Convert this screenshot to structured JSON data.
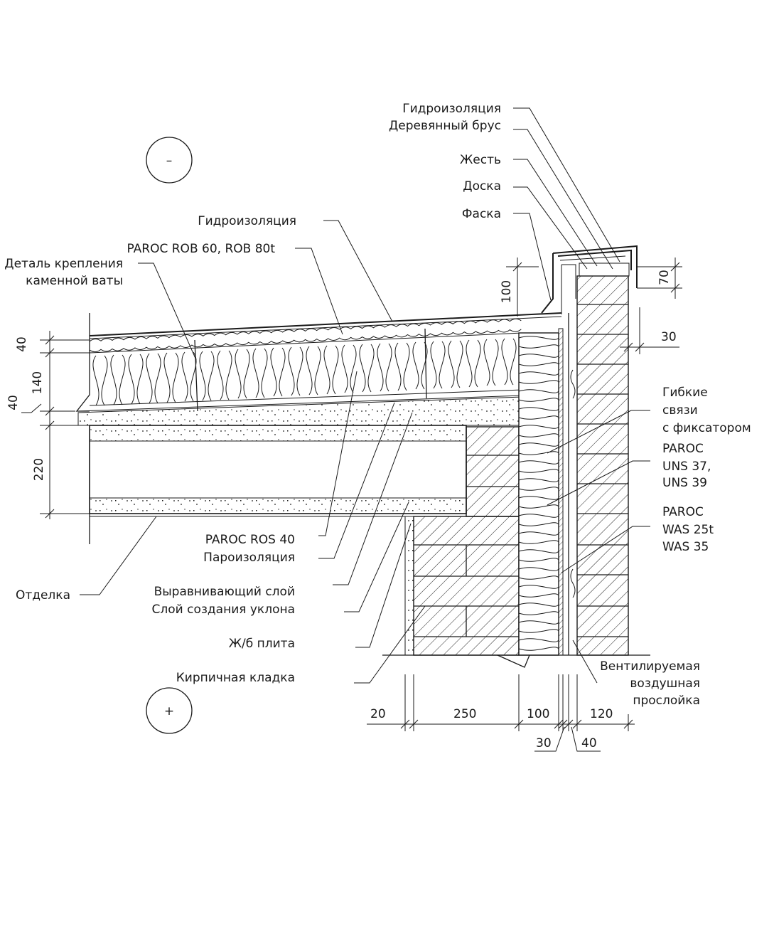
{
  "labels": {
    "gidro_top": "Гидроизоляция",
    "brus": "Деревянный брус",
    "zhest": "Жесть",
    "doska": "Доска",
    "faska": "Фаска",
    "gidro_roof": "Гидроизоляция",
    "rob": "PAROC ROB 60, ROB 80t",
    "detail_1": "Деталь крепления",
    "detail_2": "каменной ваты",
    "gibkie_1": "Гибкие",
    "gibkie_2": "связи",
    "gibkie_3": "с фиксатором",
    "uns_1": "PAROC",
    "uns_2": "UNS 37,",
    "uns_3": "UNS 39",
    "was_1": "PAROC",
    "was_2": "WAS 25t",
    "was_3": "WAS 35",
    "ros": "PAROC ROS 40",
    "paroizol": "Пароизоляция",
    "otdelka": "Отделка",
    "vyravn": "Выравнивающий слой",
    "uklon": "Слой создания уклона",
    "plita": "Ж/б плита",
    "kladka": "Кирпичная кладка",
    "vent_1": "Вентилируемая",
    "vent_2": "воздушная",
    "vent_3": "прослойка",
    "minus": "–",
    "plus": "+"
  },
  "dimensions": {
    "v40a": "40",
    "v140": "140",
    "v40b": "40",
    "v220": "220",
    "v100": "100",
    "v70": "70",
    "h30_top": "30",
    "h20": "20",
    "h250": "250",
    "h100": "100",
    "h120": "120",
    "h30": "30",
    "h40": "40"
  }
}
